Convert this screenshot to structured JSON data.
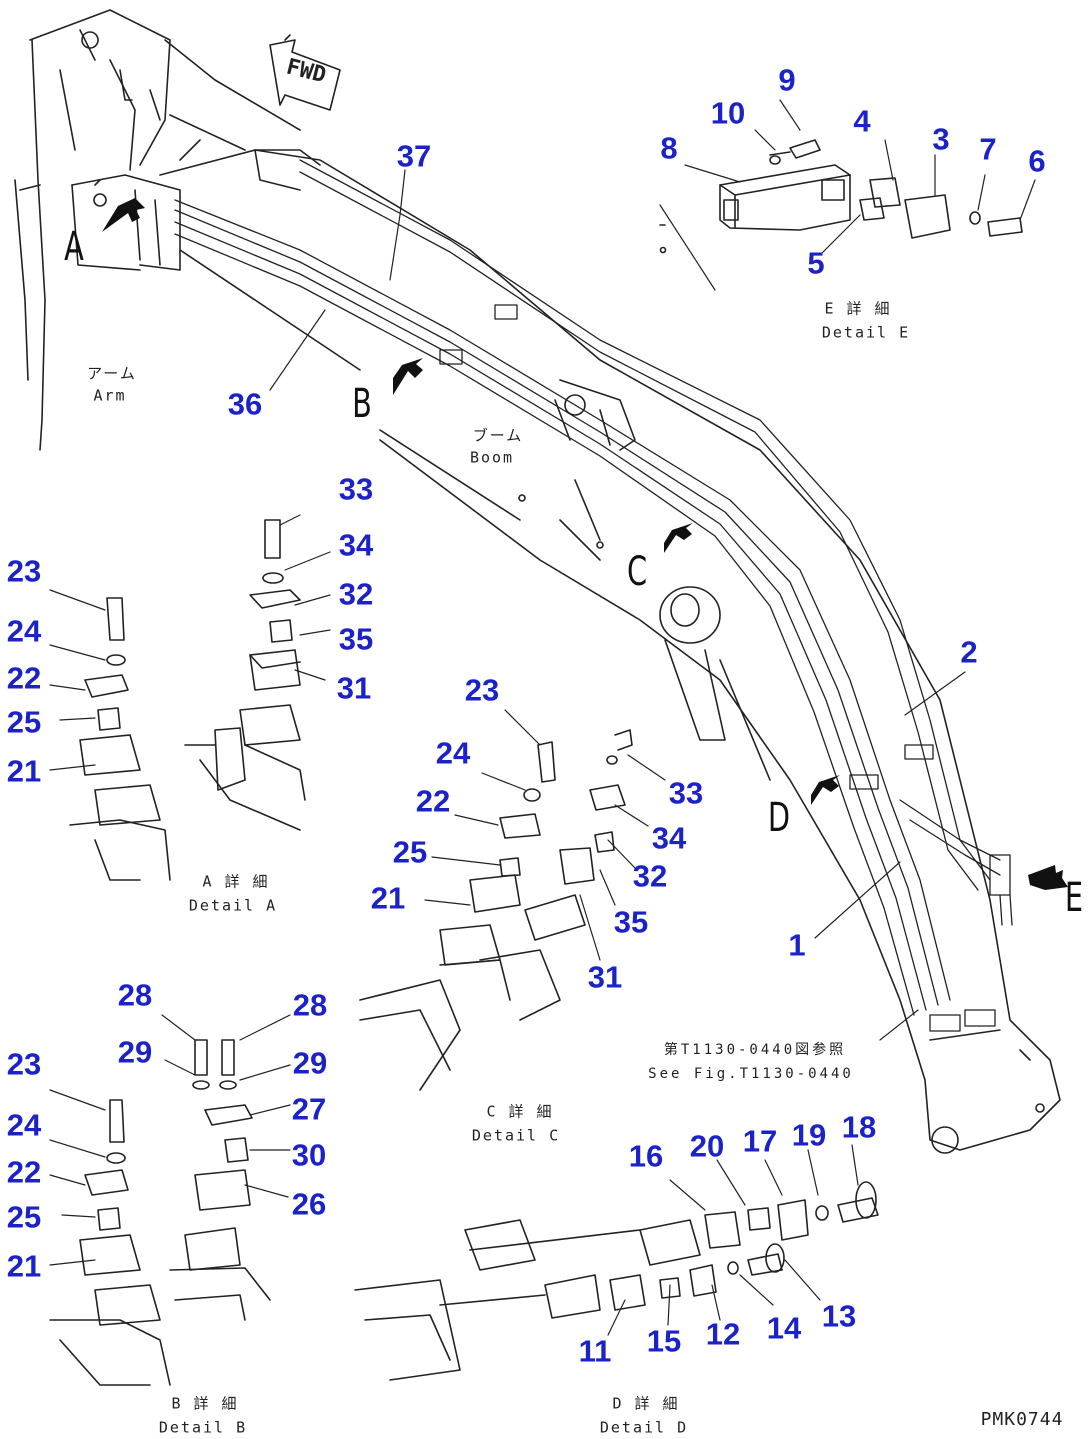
{
  "figure_code": "PMK0744",
  "fwd_label": "FWD",
  "labels": {
    "arm_jp": "アーム",
    "arm_en": "Arm",
    "boom_jp": "ブーム",
    "boom_en": "Boom"
  },
  "view_letters": {
    "a": "A",
    "b": "B",
    "c": "C",
    "d": "D",
    "e": "E"
  },
  "details": {
    "a": {
      "jp": "A 詳 細",
      "en": "Detail A"
    },
    "b": {
      "jp": "B 詳 細",
      "en": "Detail B"
    },
    "c": {
      "jp": "C 詳 細",
      "en": "Detail C"
    },
    "d": {
      "jp": "D 詳 細",
      "en": "Detail D"
    },
    "e": {
      "jp": "E 詳 細",
      "en": "Detail E"
    }
  },
  "reference": {
    "jp": "第T1130-0440図参照",
    "en": "See Fig.T1130-0440"
  },
  "callouts": {
    "main": [
      "37",
      "36",
      "2",
      "1"
    ],
    "detail_e": [
      "9",
      "10",
      "8",
      "4",
      "3",
      "7",
      "6",
      "5"
    ],
    "detail_a": [
      "33",
      "34",
      "32",
      "35",
      "31",
      "23",
      "24",
      "22",
      "25",
      "21"
    ],
    "detail_c": [
      "23",
      "24",
      "22",
      "25",
      "21",
      "33",
      "34",
      "32",
      "35",
      "31"
    ],
    "detail_b": [
      "28",
      "28",
      "29",
      "29",
      "27",
      "30",
      "26",
      "23",
      "24",
      "22",
      "25",
      "21"
    ],
    "detail_d": [
      "16",
      "20",
      "17",
      "19",
      "18",
      "11",
      "15",
      "12",
      "14",
      "13"
    ]
  },
  "colors": {
    "callout": "#1b22c8",
    "line": "#222222"
  }
}
